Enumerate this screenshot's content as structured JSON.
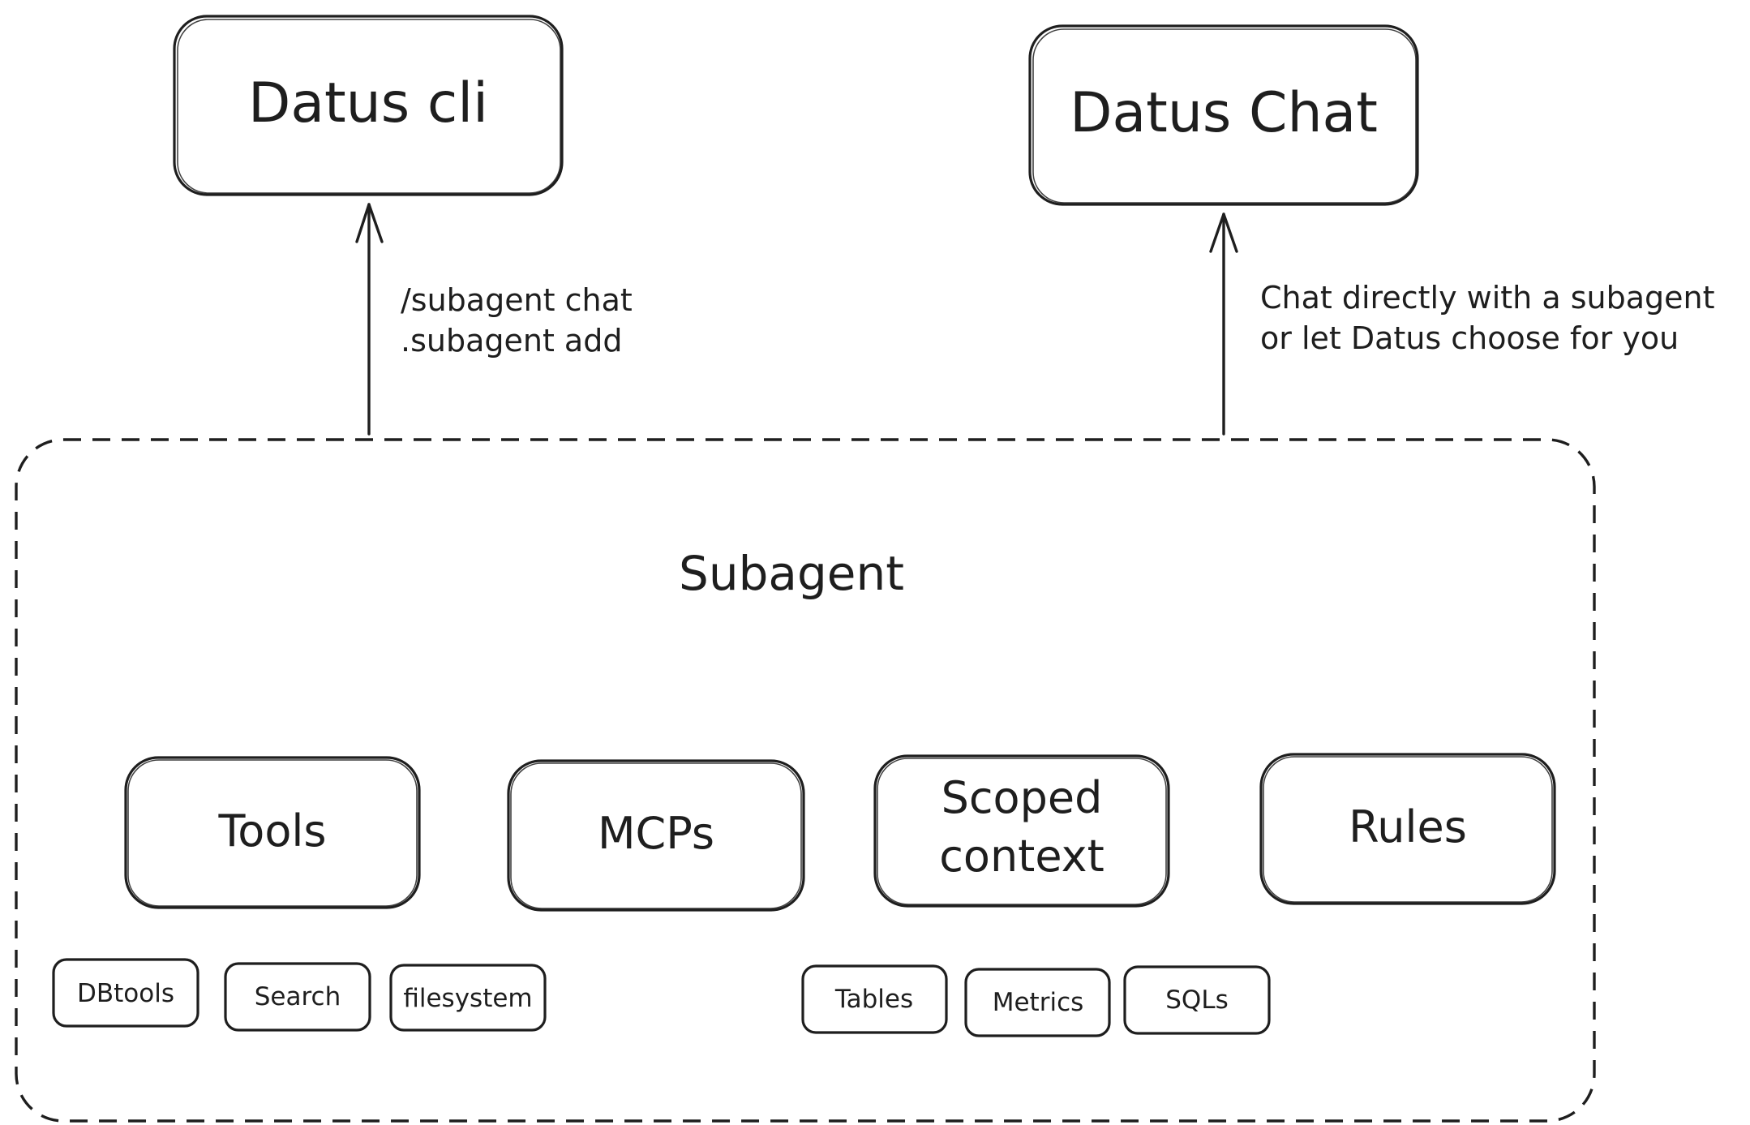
{
  "top_nodes": {
    "cli": {
      "label": "Datus cli"
    },
    "chat": {
      "label": "Datus Chat"
    }
  },
  "edges": {
    "cli": {
      "lines": [
        "/subagent chat",
        ".subagent add"
      ]
    },
    "chat": {
      "lines": [
        "Chat directly with a subagent",
        "or let Datus choose for you"
      ]
    }
  },
  "container": {
    "title": "Subagent",
    "components": [
      {
        "label": "Tools"
      },
      {
        "label": "MCPs"
      },
      {
        "label": "Scoped context",
        "lines": [
          "Scoped",
          "context"
        ]
      },
      {
        "label": "Rules"
      }
    ],
    "tool_items": [
      {
        "label": "DBtools"
      },
      {
        "label": "Search"
      },
      {
        "label": "filesystem"
      }
    ],
    "context_items": [
      {
        "label": "Tables"
      },
      {
        "label": "Metrics"
      },
      {
        "label": "SQLs"
      }
    ]
  }
}
